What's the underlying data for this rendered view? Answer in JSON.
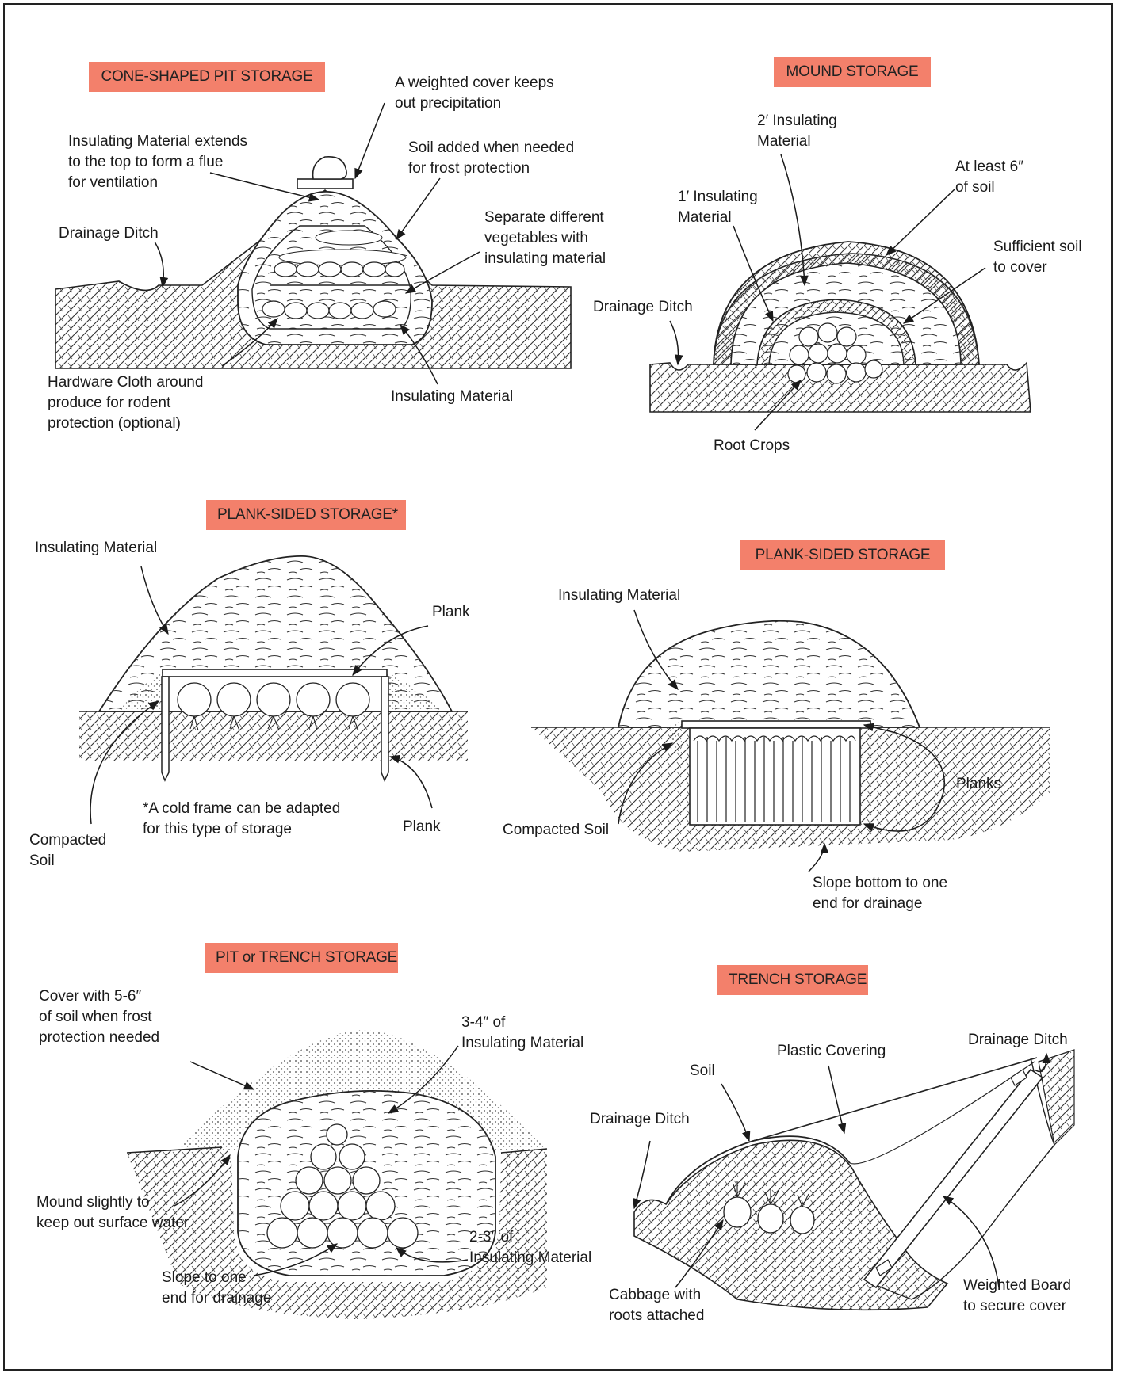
{
  "panels": {
    "cone": {
      "title": "CONE-SHAPED PIT STORAGE",
      "labels": {
        "weighted_cover": "A weighted cover keeps\nout precipitation",
        "insulating_extends": "Insulating Material extends\nto the top to form a flue\nfor ventilation",
        "soil_added": "Soil added when needed\nfor frost protection",
        "drainage_ditch": "Drainage Ditch",
        "separate_vegetables": "Separate different\nvegetables with\ninsulating material",
        "hardware_cloth": "Hardware Cloth around\nproduce for rodent\nprotection (optional)",
        "insulating_material": "Insulating Material"
      }
    },
    "mound": {
      "title": "MOUND STORAGE",
      "labels": {
        "two_ft": "2′ Insulating\nMaterial",
        "at_least": "At least 6″\nof soil",
        "one_ft": "1′ Insulating\nMaterial",
        "sufficient_soil": "Sufficient soil\nto cover",
        "drainage_ditch": "Drainage Ditch",
        "root_crops": "Root Crops"
      }
    },
    "plank_left": {
      "title": "PLANK-SIDED STORAGE*",
      "labels": {
        "insulating_material": "Insulating Material",
        "plank_top": "Plank",
        "compacted_soil": "Compacted\nSoil",
        "footnote": "*A cold frame can be adapted\nfor this type of storage",
        "plank_bottom": "Plank"
      }
    },
    "plank_right": {
      "title": "PLANK-SIDED STORAGE",
      "labels": {
        "insulating_material": "Insulating Material",
        "compacted_soil": "Compacted Soil",
        "planks": "Planks",
        "slope_bottom": "Slope bottom to one\nend for drainage"
      }
    },
    "pit": {
      "title": "PIT or TRENCH STORAGE",
      "labels": {
        "cover_with": "Cover with 5-6″\nof soil when frost\nprotection needed",
        "three_four": "3-4″ of\nInsulating Material",
        "mound_slightly": "Mound slightly to\nkeep out surface water",
        "two_three": "2-3″ of\nInsulating Material",
        "slope_one_end": "Slope to one\nend for drainage"
      }
    },
    "trench": {
      "title": "TRENCH STORAGE",
      "labels": {
        "drainage_ditch_right": "Drainage Ditch",
        "plastic_covering": "Plastic Covering",
        "soil": "Soil",
        "drainage_ditch_left": "Drainage Ditch",
        "cabbage": "Cabbage with\nroots attached",
        "weighted_board": "Weighted Board\nto secure cover"
      }
    }
  },
  "colors": {
    "title_bg": "#f3806b",
    "ink": "#1a1a1a",
    "paper": "#ffffff"
  }
}
